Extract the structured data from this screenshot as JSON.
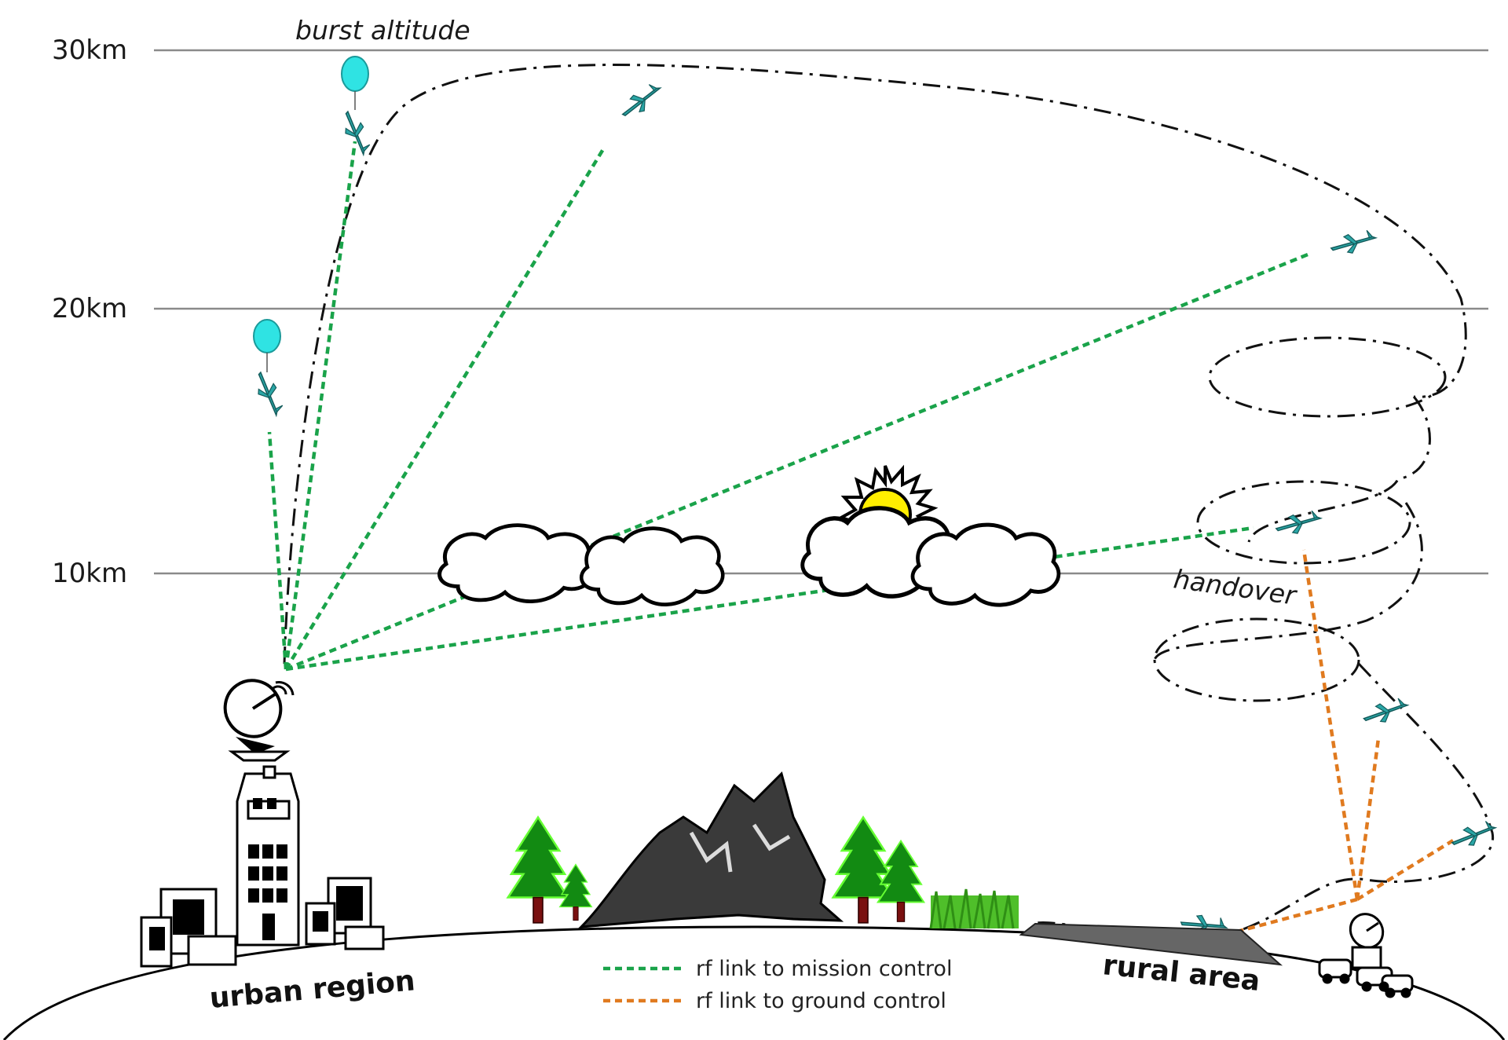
{
  "altitudes": {
    "alt_30": "30km",
    "alt_20": "20km",
    "alt_10": "10km"
  },
  "annotations": {
    "burst_altitude": "burst altitude",
    "handover": "handover",
    "urban_region": "urban region",
    "rural_area": "rural area"
  },
  "legend": {
    "mission_control": "rf link to mission control",
    "ground_control": "rf link to ground control"
  },
  "colors": {
    "mission_link": "#1aa34a",
    "ground_link": "#e07a1f",
    "balloon": "#2fe3e3",
    "sun": "#ffee00",
    "trees": "#128a12",
    "mountain": "#3a3a3a"
  }
}
